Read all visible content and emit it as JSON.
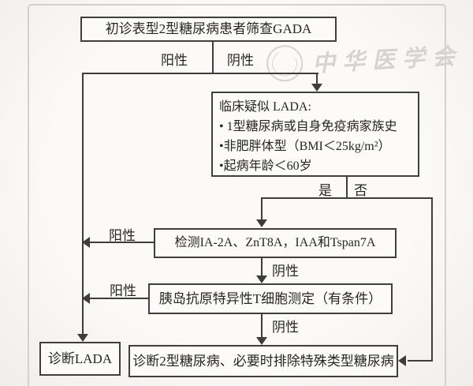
{
  "figure": {
    "type": "flowchart",
    "language": "zh-CN"
  },
  "watermark": {
    "text": "中华医学会"
  },
  "flowchart": {
    "nodes": {
      "screening": {
        "text": "初诊表型2型糖尿病患者筛查GADA"
      },
      "suspect": {
        "title": "临床疑似 LADA:",
        "bullets": [
          "• 1型糖尿病或自身免疫病家族史",
          "•非肥胖体型（BMI＜25kg/m²）",
          "•起病年龄＜60岁"
        ]
      },
      "antibody_test": {
        "text": "检测IA-2A、ZnT8A，IAA和Tspan7A"
      },
      "tcell_test": {
        "text": "胰岛抗原特异性T细胞测定（有条件）"
      },
      "diagnose_lada": {
        "text": "诊断LADA"
      },
      "diagnose_t2dm": {
        "text": "诊断2型糖尿病、必要时排除特殊类型糖尿病"
      }
    },
    "edge_labels": {
      "gada_positive": "阳性",
      "gada_negative": "阴性",
      "suspect_yes": "是",
      "suspect_no": "否",
      "antibody_positive": "阳性",
      "antibody_negative": "阴性",
      "tcell_positive": "阳性",
      "tcell_negative": "阴性"
    },
    "colors": {
      "line": "#3d3d3d",
      "text": "#262626",
      "box_background": "#fcfbfa",
      "page_background": "#f6f5f2",
      "frame": "#d2d1ce",
      "watermark": "#d5d4d0"
    }
  }
}
